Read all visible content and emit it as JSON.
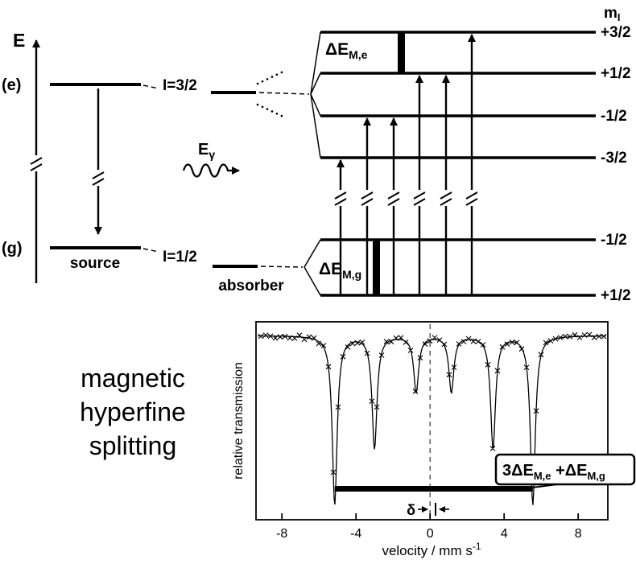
{
  "figure": {
    "energy_axis_label": "E",
    "excited_state_label": "(e)",
    "ground_state_label": "(g)",
    "source_label": "source",
    "absorber_label": "absorber",
    "excited_spin_label": "I=3/2",
    "ground_spin_label": "I=1/2",
    "m_header": {
      "base": "m",
      "sub": "I"
    },
    "excited_m_labels": [
      "+3/2",
      "+1/2",
      "-1/2",
      "-3/2"
    ],
    "ground_m_labels": [
      "-1/2",
      "+1/2"
    ],
    "delta_e_excited": {
      "base": "ΔE",
      "sub": "M,e"
    },
    "delta_e_ground": {
      "base": "ΔE",
      "sub": "M,g"
    },
    "gamma_label": {
      "base": "E",
      "sub": "γ"
    }
  },
  "caption": {
    "line1": "magnetic",
    "line2": "hyperfine",
    "line3": "splitting"
  },
  "spectrum": {
    "ylabel": "relative transmission",
    "xlabel_base": "velocity / mm s",
    "xlabel_sup": "-1",
    "isomer_shift_symbol": "δ",
    "callout": {
      "p1": "3ΔE",
      "s1": "M,e",
      "p2": " +ΔE",
      "s2": "M,g"
    }
  },
  "chart_data": {
    "type": "line",
    "title": "",
    "xlabel": "velocity / mm s⁻¹",
    "ylabel": "relative transmission",
    "xlim": [
      -9.4,
      9.6
    ],
    "xticks": [
      -8,
      -4,
      0,
      4,
      8
    ],
    "grid": false,
    "baseline_relative_transmission": 1.0,
    "series": [
      {
        "name": "magnetic sextet",
        "dip_velocities_mm_s": [
          -5.15,
          -3.0,
          -0.75,
          1.15,
          3.4,
          5.55
        ],
        "relative_depths": [
          3,
          2,
          1,
          1,
          2,
          3
        ],
        "linewidth_hwhm_mm_s": 0.16,
        "marker": "x"
      }
    ],
    "isomer_shift_mm_s": 0.2,
    "zero_velocity_reference": {
      "style": "dashed",
      "x": 0
    },
    "total_splitting_bar": {
      "from_mm_s": -5.15,
      "to_mm_s": 5.55,
      "label": "3ΔE M,e + ΔE M,g"
    }
  }
}
